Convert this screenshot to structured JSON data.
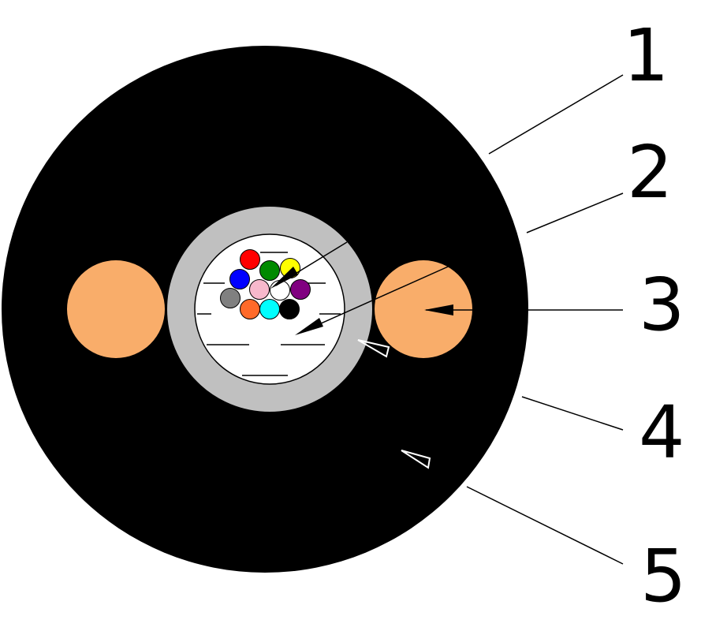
{
  "labels": [
    "1",
    "2",
    "3",
    "4",
    "5"
  ],
  "colors": {
    "sheath": "#000000",
    "tube": "#c0c0c0",
    "gel": "#ffffff",
    "strength_member": "#f9ad6a"
  },
  "fibers": [
    {
      "name": "red",
      "color": "#ff0000"
    },
    {
      "name": "green",
      "color": "#008a00"
    },
    {
      "name": "yellow",
      "color": "#ffff00"
    },
    {
      "name": "blue",
      "color": "#0000ff"
    },
    {
      "name": "pink",
      "color": "#f7b8cc"
    },
    {
      "name": "white",
      "color": "#ffffff"
    },
    {
      "name": "purple",
      "color": "#800080"
    },
    {
      "name": "gray",
      "color": "#808080"
    },
    {
      "name": "orange",
      "color": "#ff6a2a"
    },
    {
      "name": "cyan",
      "color": "#00ffff"
    },
    {
      "name": "black",
      "color": "#000000"
    }
  ]
}
